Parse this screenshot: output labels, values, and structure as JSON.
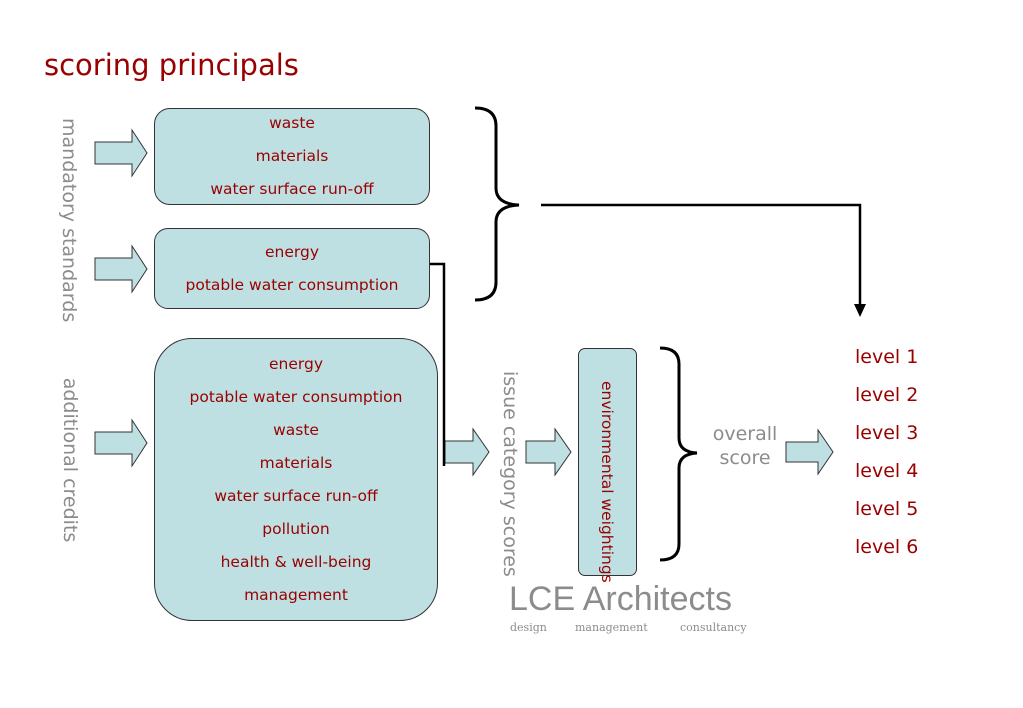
{
  "title": "scoring principals",
  "colors": {
    "title": "#990000",
    "box_fill": "#bfe0e3",
    "item_text": "#990000",
    "grey_label": "#8c8c8c",
    "line": "#000000"
  },
  "labels": {
    "mandatory": "mandatory standards",
    "additional": "additional credits",
    "issue": "issue category scores",
    "environmental": "environmental weightings",
    "overall_line1": "overall",
    "overall_line2": "score"
  },
  "mandatory_box1": {
    "items": [
      "waste",
      "materials",
      "water surface run-off"
    ]
  },
  "mandatory_box2": {
    "items": [
      "energy",
      "potable water consumption"
    ]
  },
  "credits_box": {
    "items": [
      "energy",
      "potable water consumption",
      "waste",
      "materials",
      "water surface run-off",
      "pollution",
      "health & well-being",
      "management"
    ]
  },
  "levels": [
    "level 1",
    "level 2",
    "level 3",
    "level 4",
    "level 5",
    "level 6"
  ],
  "logo": {
    "name": "LCE Architects",
    "tag1": "design",
    "tag2": "management",
    "tag3": "consultancy"
  }
}
